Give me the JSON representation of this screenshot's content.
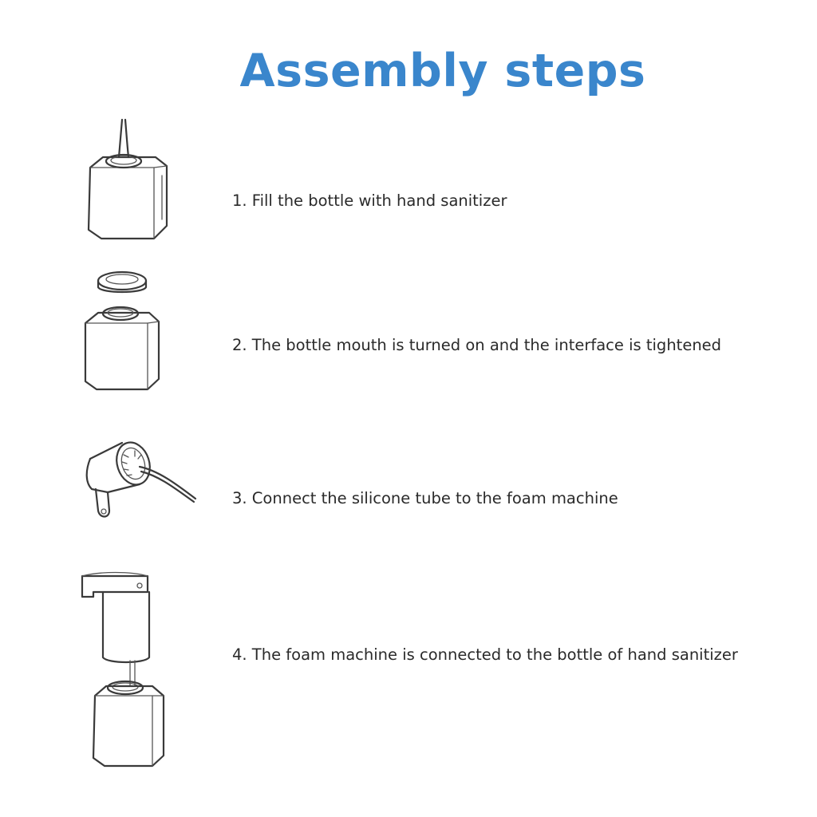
{
  "title": "Assembly steps",
  "accent_color": "#3a86cc",
  "steps": [
    {
      "text": "1. Fill the bottle with hand sanitizer",
      "icon": "bottle-filling-icon"
    },
    {
      "text": "2. The bottle mouth is turned on and the interface is tightened",
      "icon": "bottle-cap-icon"
    },
    {
      "text": "3. Connect the silicone tube to the foam machine",
      "icon": "foam-machine-tube-icon"
    },
    {
      "text": "4. The foam machine is connected to the bottle of hand sanitizer",
      "icon": "dispenser-assembly-icon"
    }
  ]
}
